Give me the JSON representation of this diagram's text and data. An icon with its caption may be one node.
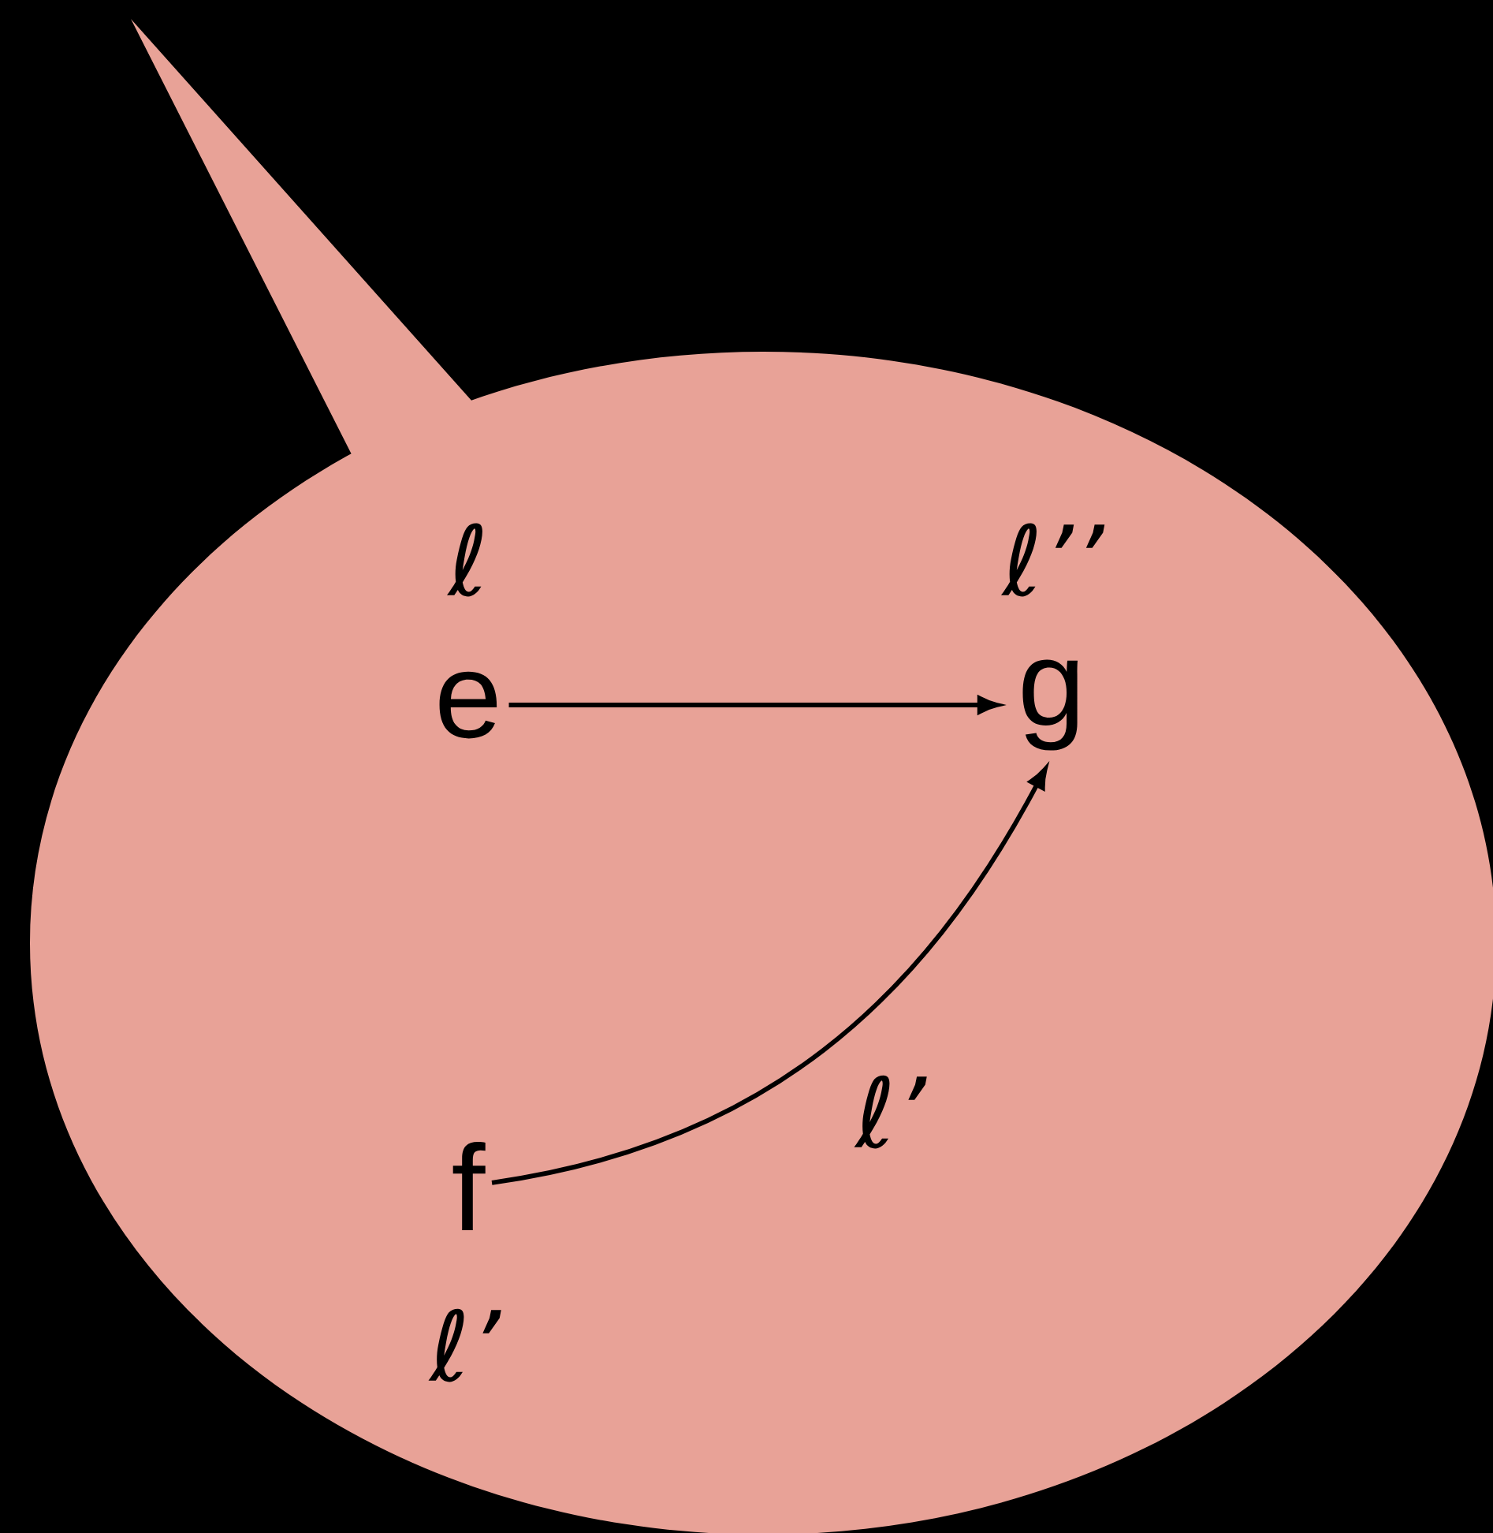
{
  "diagram": {
    "nodes": [
      {
        "text": [],
        "shape": "bubble"
      },
      {
        "text": [
          "e"
        ],
        "in": 0,
        "beside": [
          "ℓ"
        ]
      },
      {
        "text": [
          "g"
        ],
        "in": 0,
        "beside": [
          "ℓ’’"
        ]
      },
      {
        "text": [
          "f"
        ],
        "in": 0,
        "beside": [
          "ℓ’"
        ]
      }
    ],
    "edges": [
      {
        "from": 1,
        "to": 2,
        "arrow": "to"
      },
      {
        "from": 3,
        "to": 2,
        "arrow": "to",
        "label": "ℓ’"
      }
    ]
  }
}
